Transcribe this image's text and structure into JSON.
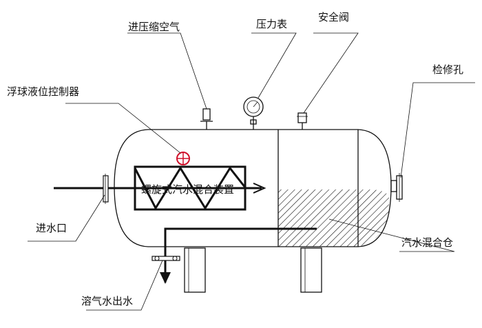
{
  "labels": {
    "inlet_air": "进压缩空气",
    "pressure_gauge": "压力表",
    "safety_valve": "安全阀",
    "inspection_hole": "检修孔",
    "float_controller": "浮球液位控制器",
    "spiral_mixer": "螺旋式汽水混合装置",
    "water_inlet": "进水口",
    "mix_chamber": "汽水混合仓",
    "outlet": "溶气水出水"
  },
  "colors": {
    "line": "#111111",
    "float_valve": "#d0102a",
    "background": "#ffffff"
  }
}
